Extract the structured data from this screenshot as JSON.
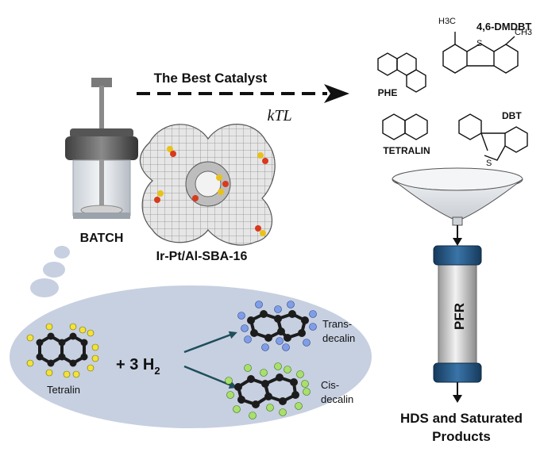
{
  "arrow": {
    "title": "The Best Catalyst",
    "rate_label": "kTL"
  },
  "batch": {
    "label": "BATCH"
  },
  "catalyst": {
    "label": "Ir-Pt/Al-SBA-16"
  },
  "molecules": {
    "phe": "PHE",
    "dmdbt": "4,6-DMDBT",
    "h3c": "H3C",
    "ch3": "CH3",
    "dbt": "DBT",
    "sulfur": "S",
    "tetralin": "TETRALIN"
  },
  "reactor": {
    "label": "PFR"
  },
  "output": {
    "line1": "HDS and Saturated",
    "line2": "Products"
  },
  "reaction": {
    "reactant": "Tetralin",
    "hydrogen_prefix": "+ 3 H",
    "hydrogen_sub": "2",
    "trans_line1": "Trans-",
    "trans_line2": "decalin",
    "cis_line1": "Cis-",
    "cis_line2": "decalin"
  },
  "colors": {
    "atom_carbon": "#1c1c1c",
    "atom_h_tetralin": "#f2e23a",
    "atom_h_trans": "#7f9ee8",
    "atom_h_cis": "#a7e06a",
    "ellipse_fill": "#c7d0e1",
    "reaction_arrow": "#1f4e5c",
    "column_cap": "#1f4f7a"
  }
}
